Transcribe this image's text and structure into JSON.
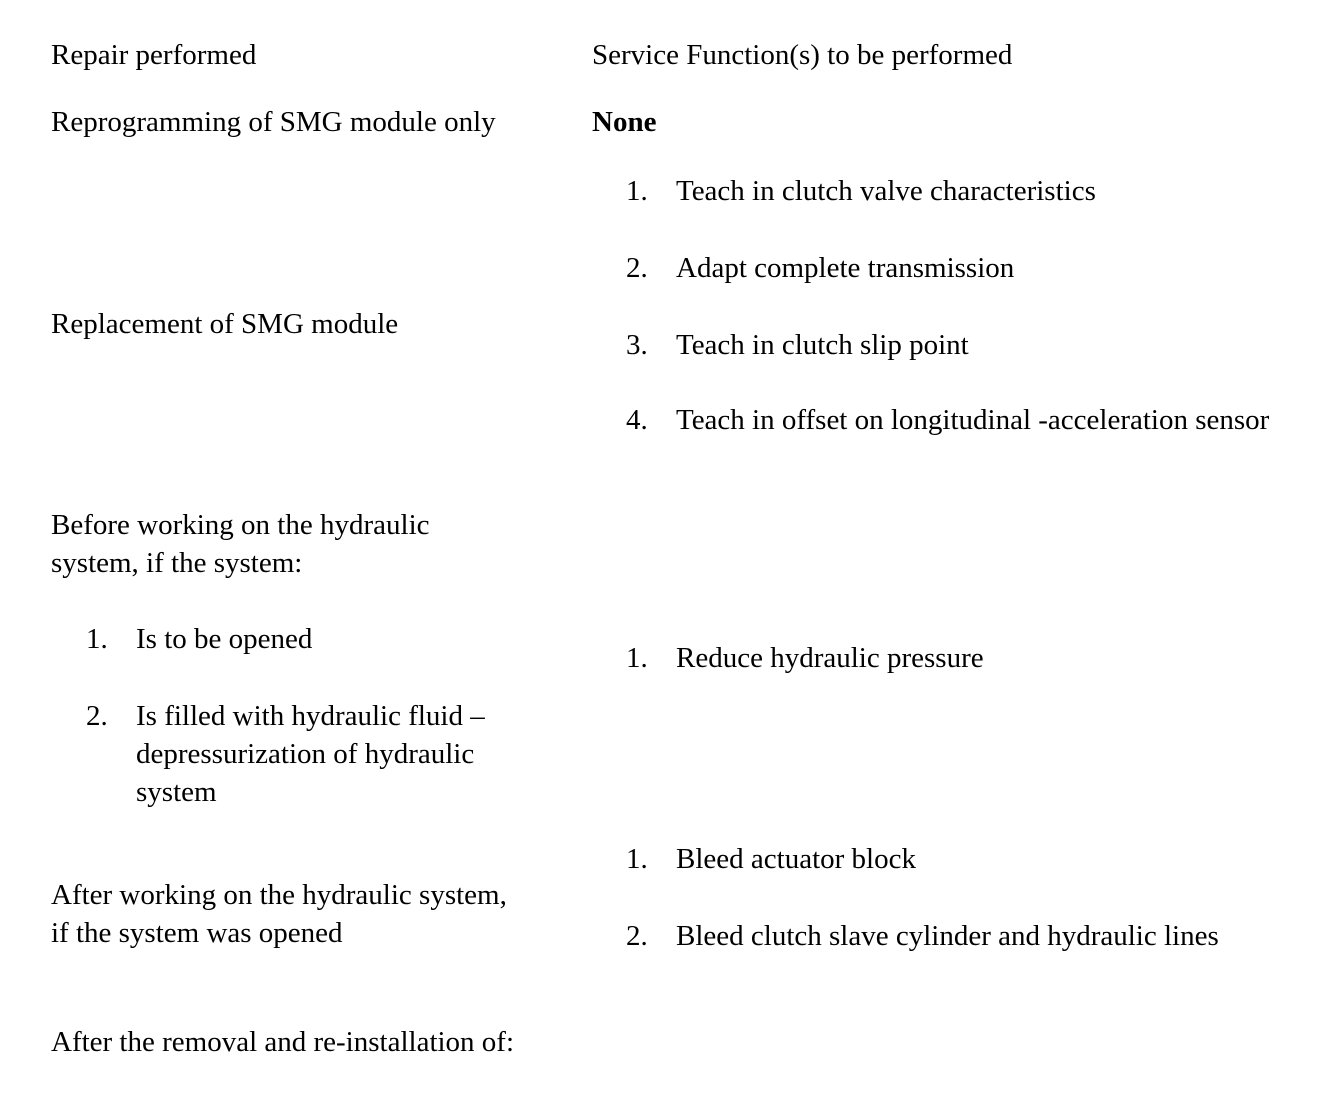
{
  "document": {
    "type": "service-procedure-table",
    "columns": {
      "left_header": "Repair performed",
      "right_header": "Service Function(s) to be performed"
    },
    "rows": [
      {
        "id": "reprogramming",
        "left_text": "Reprogramming of SMG module only",
        "right_text": "None",
        "right_bold": true,
        "right_items": []
      },
      {
        "id": "replacement",
        "left_text": "Replacement of SMG module",
        "right_items": [
          {
            "number": "1.",
            "text": "Teach in clutch valve characteristics"
          },
          {
            "number": "2.",
            "text": "Adapt complete transmission"
          },
          {
            "number": "3.",
            "text": "Teach in clutch slip point"
          },
          {
            "number": "4.",
            "text": "Teach in offset on longitudinal -acceleration sensor"
          }
        ]
      },
      {
        "id": "before-working",
        "left_text": "Before working on the hydraulic system, if the system:",
        "left_items": [
          {
            "number": "1.",
            "text": "Is to be opened"
          },
          {
            "number": "2.",
            "text": "Is filled with hydraulic fluid – depressurization of hydraulic system"
          }
        ],
        "right_items": [
          {
            "number": "1.",
            "text": "Reduce hydraulic pressure"
          }
        ]
      },
      {
        "id": "after-working",
        "left_text": "After working on the hydraulic system, if the system was opened",
        "right_items": [
          {
            "number": "1.",
            "text": "Bleed actuator block"
          },
          {
            "number": "2.",
            "text": "Bleed clutch slave cylinder and hydraulic lines"
          }
        ]
      },
      {
        "id": "after-removal",
        "left_text": "After the removal and re-installation of:",
        "right_items": []
      }
    ]
  }
}
